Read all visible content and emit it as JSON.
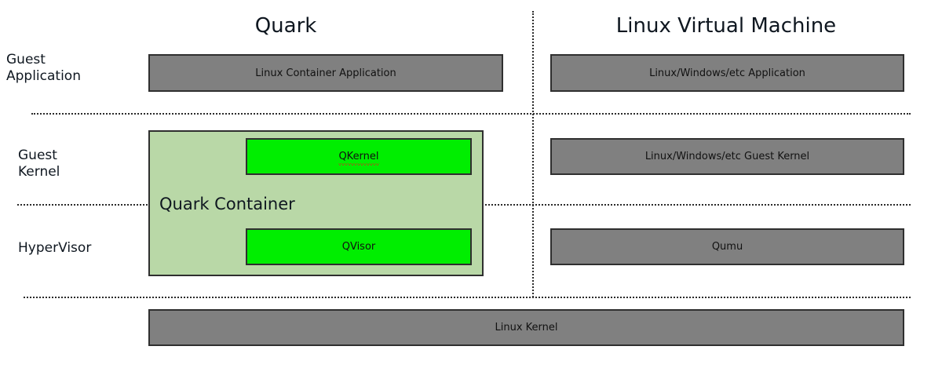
{
  "diagram": {
    "columns": [
      {
        "id": "quark",
        "title": "Quark"
      },
      {
        "id": "lvm",
        "title": "Linux Virtual Machine"
      }
    ],
    "row_labels": [
      {
        "id": "guest-application",
        "text": "Guest\nApplication"
      },
      {
        "id": "guest-kernel",
        "text": "Guest\nKernel"
      },
      {
        "id": "hypervisor",
        "text": "HyperVisor"
      }
    ],
    "quark_column": {
      "guest_application": "Linux Container Application",
      "container_label": "Quark Container",
      "guest_kernel": "QKernel",
      "hypervisor": "QVisor"
    },
    "vm_column": {
      "guest_application": "Linux/Windows/etc Application",
      "guest_kernel": "Linux/Windows/etc Guest Kernel",
      "hypervisor": "Qumu"
    },
    "base_layer": "Linux Kernel",
    "colors": {
      "gray_block": "#808080",
      "green_block": "#00ee00",
      "container_fill": "#b9d8a7",
      "border": "#2f2f2f",
      "separator": "#2b2b2b",
      "spellcheck_underline": "#dd2222",
      "text": "#0f1720",
      "background": "#ffffff"
    }
  }
}
